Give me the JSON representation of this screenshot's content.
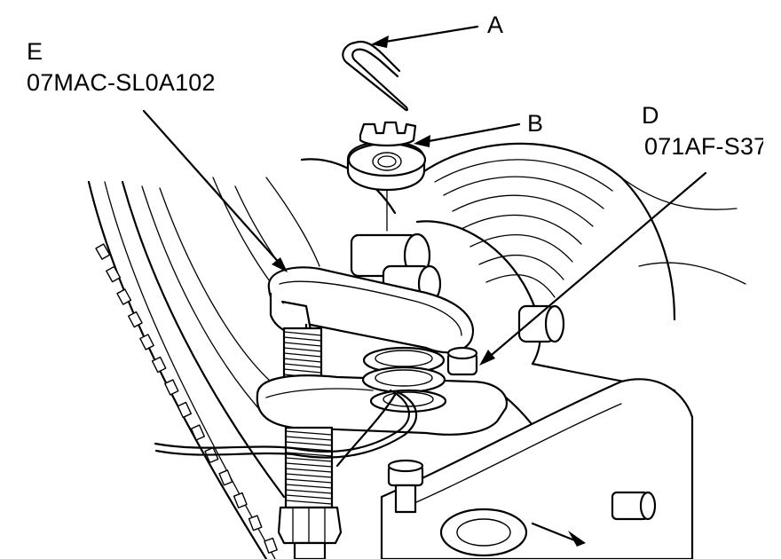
{
  "callouts": {
    "a": {
      "letter": "A"
    },
    "b": {
      "letter": "B"
    },
    "d": {
      "letter": "D",
      "part_number": "071AF-S37"
    },
    "e": {
      "letter": "E",
      "part_number": "07MAC-SL0A102"
    }
  }
}
